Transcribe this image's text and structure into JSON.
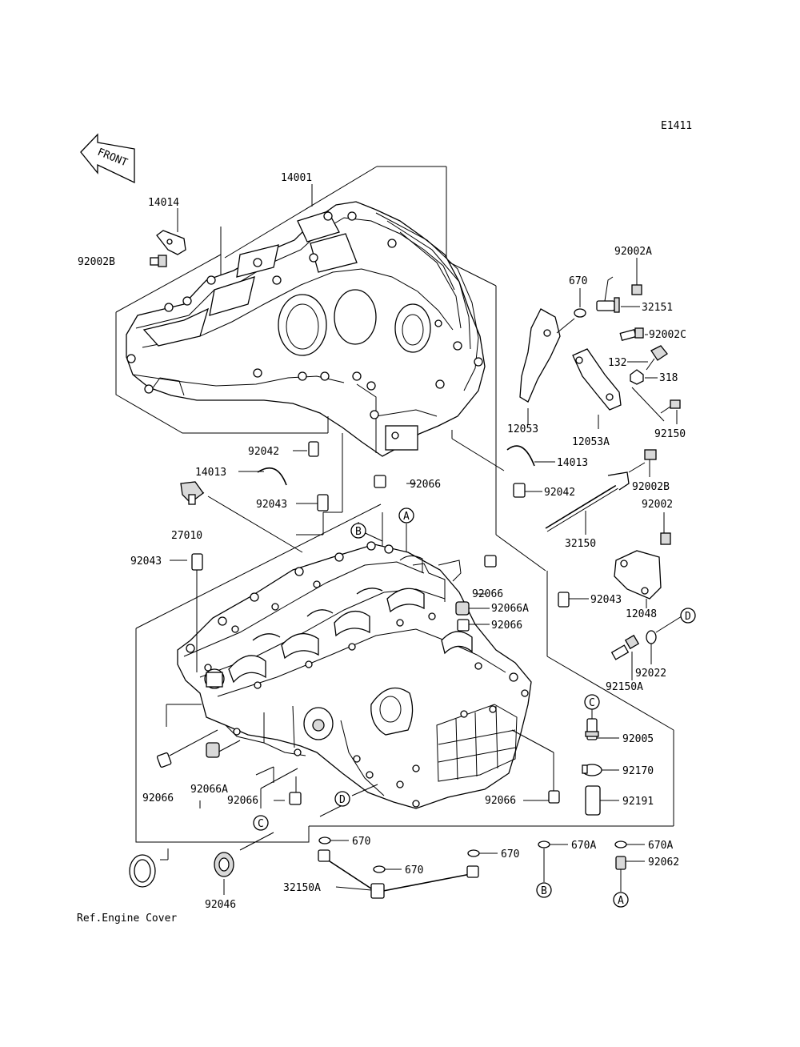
{
  "diagram_code": "E1411",
  "front_label": "FRONT",
  "reference_note": "Ref.Engine Cover",
  "labels": {
    "p14001": "14001",
    "p14014": "14014",
    "p92002B_left": "92002B",
    "p92042_left": "92042",
    "p14013_left": "14013",
    "p92043_mid": "92043",
    "p27010": "27010",
    "p92066_top": "92066",
    "p92043_left": "92043",
    "p92066_r1": "92066",
    "p92066A_r": "92066A",
    "p92066_r2": "92066",
    "p92066_bl": "92066",
    "p92066A_bl": "92066A",
    "p92066_bc": "92066",
    "p92066_br": "92066",
    "p92046": "92046",
    "p92002A": "92002A",
    "p670_top": "670",
    "p32151": "32151",
    "p92002C": "92002C",
    "p132": "132",
    "p318": "318",
    "p92150": "92150",
    "p12053": "12053",
    "p12053A": "12053A",
    "p14013_right": "14013",
    "p92042_right": "92042",
    "p92002B_right": "92002B",
    "p92002": "92002",
    "p32150": "32150",
    "p92043_right": "92043",
    "p12048": "12048",
    "p92022": "92022",
    "p92150A": "92150A",
    "p92005": "92005",
    "p92170": "92170",
    "p92191": "92191",
    "p670_a": "670",
    "p670_b": "670",
    "p670_c": "670",
    "p670A_a": "670A",
    "p670A_b": "670A",
    "p92062": "92062",
    "p32150A": "32150A"
  },
  "callouts": {
    "A_top": "A",
    "B_top": "B",
    "C_bottom": "C",
    "D_bottom": "D",
    "D_right": "D",
    "C_right": "C",
    "B_bottom": "B",
    "A_bottom": "A"
  }
}
